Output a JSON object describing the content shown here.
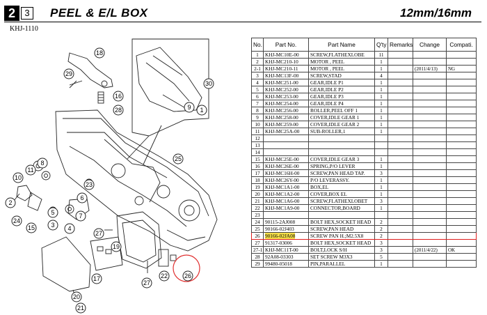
{
  "header": {
    "page_number": "2",
    "page_sub": "3",
    "title": "PEEL & E/L BOX",
    "size": "12mm/16mm",
    "model": "KHJ-1110"
  },
  "diagram": {
    "callouts": [
      "18",
      "29",
      "16",
      "28",
      "30",
      "9",
      "1",
      "25",
      "8",
      "11",
      "10",
      "2",
      "24",
      "15",
      "5",
      "3",
      "4",
      "23",
      "6",
      "7",
      "27",
      "19",
      "17",
      "20",
      "22",
      "26",
      "21"
    ]
  },
  "table": {
    "headers": [
      "No.",
      "Part No.",
      "Part Name",
      "Q'ty",
      "Remarks",
      "Change",
      "Compati."
    ],
    "rows": [
      {
        "no": "1",
        "part_no": "KHJ-MC10E-00",
        "name": "SCREW,FLATHEXLOBE",
        "qty": "11",
        "remarks": "",
        "change": "",
        "compat": ""
      },
      {
        "no": "2",
        "part_no": "KHJ-MC210-10",
        "name": "MOTOR , PEEL",
        "qty": "1",
        "remarks": "",
        "change": "",
        "compat": ""
      },
      {
        "no": "2-1",
        "part_no": "KHJ-MC210-11",
        "name": "MOTOR , PEEL",
        "qty": "1",
        "remarks": "",
        "change": "(2011/4/13)",
        "compat": "NG"
      },
      {
        "no": "3",
        "part_no": "KHJ-MC13F-00",
        "name": "SCREW,STAD",
        "qty": "4",
        "remarks": "",
        "change": "",
        "compat": ""
      },
      {
        "no": "4",
        "part_no": "KHJ-MC251-00",
        "name": "GEAR,IDLE P1",
        "qty": "1",
        "remarks": "",
        "change": "",
        "compat": ""
      },
      {
        "no": "5",
        "part_no": "KHJ-MC252-00",
        "name": "GEAR,IDLE P2",
        "qty": "1",
        "remarks": "",
        "change": "",
        "compat": ""
      },
      {
        "no": "6",
        "part_no": "KHJ-MC253-00",
        "name": "GEAR,IDLE P3",
        "qty": "1",
        "remarks": "",
        "change": "",
        "compat": ""
      },
      {
        "no": "7",
        "part_no": "KHJ-MC254-00",
        "name": "GEAR,IDLE P4",
        "qty": "1",
        "remarks": "",
        "change": "",
        "compat": ""
      },
      {
        "no": "8",
        "part_no": "KHJ-MC256-00",
        "name": "ROLLER,PEEL OFF 1",
        "qty": "1",
        "remarks": "",
        "change": "",
        "compat": ""
      },
      {
        "no": "9",
        "part_no": "KHJ-MC258-00",
        "name": "COVER,IDLE GEAR 1",
        "qty": "1",
        "remarks": "",
        "change": "",
        "compat": ""
      },
      {
        "no": "10",
        "part_no": "KHJ-MC259-00",
        "name": "COVER,IDLE GEAR 2",
        "qty": "1",
        "remarks": "",
        "change": "",
        "compat": ""
      },
      {
        "no": "11",
        "part_no": "KHJ-MC25A-00",
        "name": "SUB-ROLLER,1",
        "qty": "1",
        "remarks": "",
        "change": "",
        "compat": ""
      },
      {
        "no": "12",
        "part_no": "",
        "name": "",
        "qty": "",
        "remarks": "",
        "change": "",
        "compat": ""
      },
      {
        "no": "13",
        "part_no": "",
        "name": "",
        "qty": "",
        "remarks": "",
        "change": "",
        "compat": ""
      },
      {
        "no": "14",
        "part_no": "",
        "name": "",
        "qty": "",
        "remarks": "",
        "change": "",
        "compat": ""
      },
      {
        "no": "15",
        "part_no": "KHJ-MC25E-00",
        "name": "COVER,IDLE GEAR 3",
        "qty": "1",
        "remarks": "",
        "change": "",
        "compat": ""
      },
      {
        "no": "16",
        "part_no": "KHJ-MC26E-00",
        "name": "SPRING,P/O LEVER",
        "qty": "1",
        "remarks": "",
        "change": "",
        "compat": ""
      },
      {
        "no": "17",
        "part_no": "KHJ-MC16H-00",
        "name": "SCREW,PAN HEAD TAP.",
        "qty": "3",
        "remarks": "",
        "change": "",
        "compat": ""
      },
      {
        "no": "18",
        "part_no": "KHJ-MC26Y-00",
        "name": "P/O LEVERASSY.",
        "qty": "1",
        "remarks": "",
        "change": "",
        "compat": ""
      },
      {
        "no": "19",
        "part_no": "KHJ-MC1A1-00",
        "name": "BOX,EL",
        "qty": "1",
        "remarks": "",
        "change": "",
        "compat": ""
      },
      {
        "no": "20",
        "part_no": "KHJ-MC1A2-00",
        "name": "COVER,BOX EL",
        "qty": "1",
        "remarks": "",
        "change": "",
        "compat": ""
      },
      {
        "no": "21",
        "part_no": "KHJ-MC1A6-00",
        "name": "SCREW,FLATHEXLOBET",
        "qty": "3",
        "remarks": "",
        "change": "",
        "compat": ""
      },
      {
        "no": "22",
        "part_no": "KHJ-MC1A9-00",
        "name": "CONNECTOR,BOARD",
        "qty": "1",
        "remarks": "",
        "change": "",
        "compat": ""
      },
      {
        "no": "23",
        "part_no": "",
        "name": "",
        "qty": "",
        "remarks": "",
        "change": "",
        "compat": ""
      },
      {
        "no": "24",
        "part_no": "90115-2AJ008",
        "name": "BOLT HEX,SOCKET HEAD",
        "qty": "2",
        "remarks": "",
        "change": "",
        "compat": ""
      },
      {
        "no": "25",
        "part_no": "90166-02J403",
        "name": "SCREW,PAN HEAD",
        "qty": "2",
        "remarks": "",
        "change": "",
        "compat": ""
      },
      {
        "no": "26",
        "part_no": "90166-02JA08",
        "name": "SCREW PAN H.;M2.5X8",
        "qty": "2",
        "remarks": "",
        "change": "",
        "compat": "",
        "highlight": true
      },
      {
        "no": "27",
        "part_no": "91317-03006",
        "name": "BOLT HEX,SOCKET HEAD",
        "qty": "3",
        "remarks": "",
        "change": "",
        "compat": ""
      },
      {
        "no": "27-1",
        "part_no": "KHJ-MC11T-00",
        "name": "BOLT,LOCK S/H",
        "qty": "3",
        "remarks": "",
        "change": "(2011/4/22)",
        "compat": "OK"
      },
      {
        "no": "28",
        "part_no": "92A08-03303",
        "name": "SET SCREW  M3X3",
        "qty": "5",
        "remarks": "",
        "change": "",
        "compat": ""
      },
      {
        "no": "29",
        "part_no": "99480-05018",
        "name": "PIN,PARALLEL",
        "qty": "1",
        "remarks": "",
        "change": "",
        "compat": ""
      }
    ]
  }
}
